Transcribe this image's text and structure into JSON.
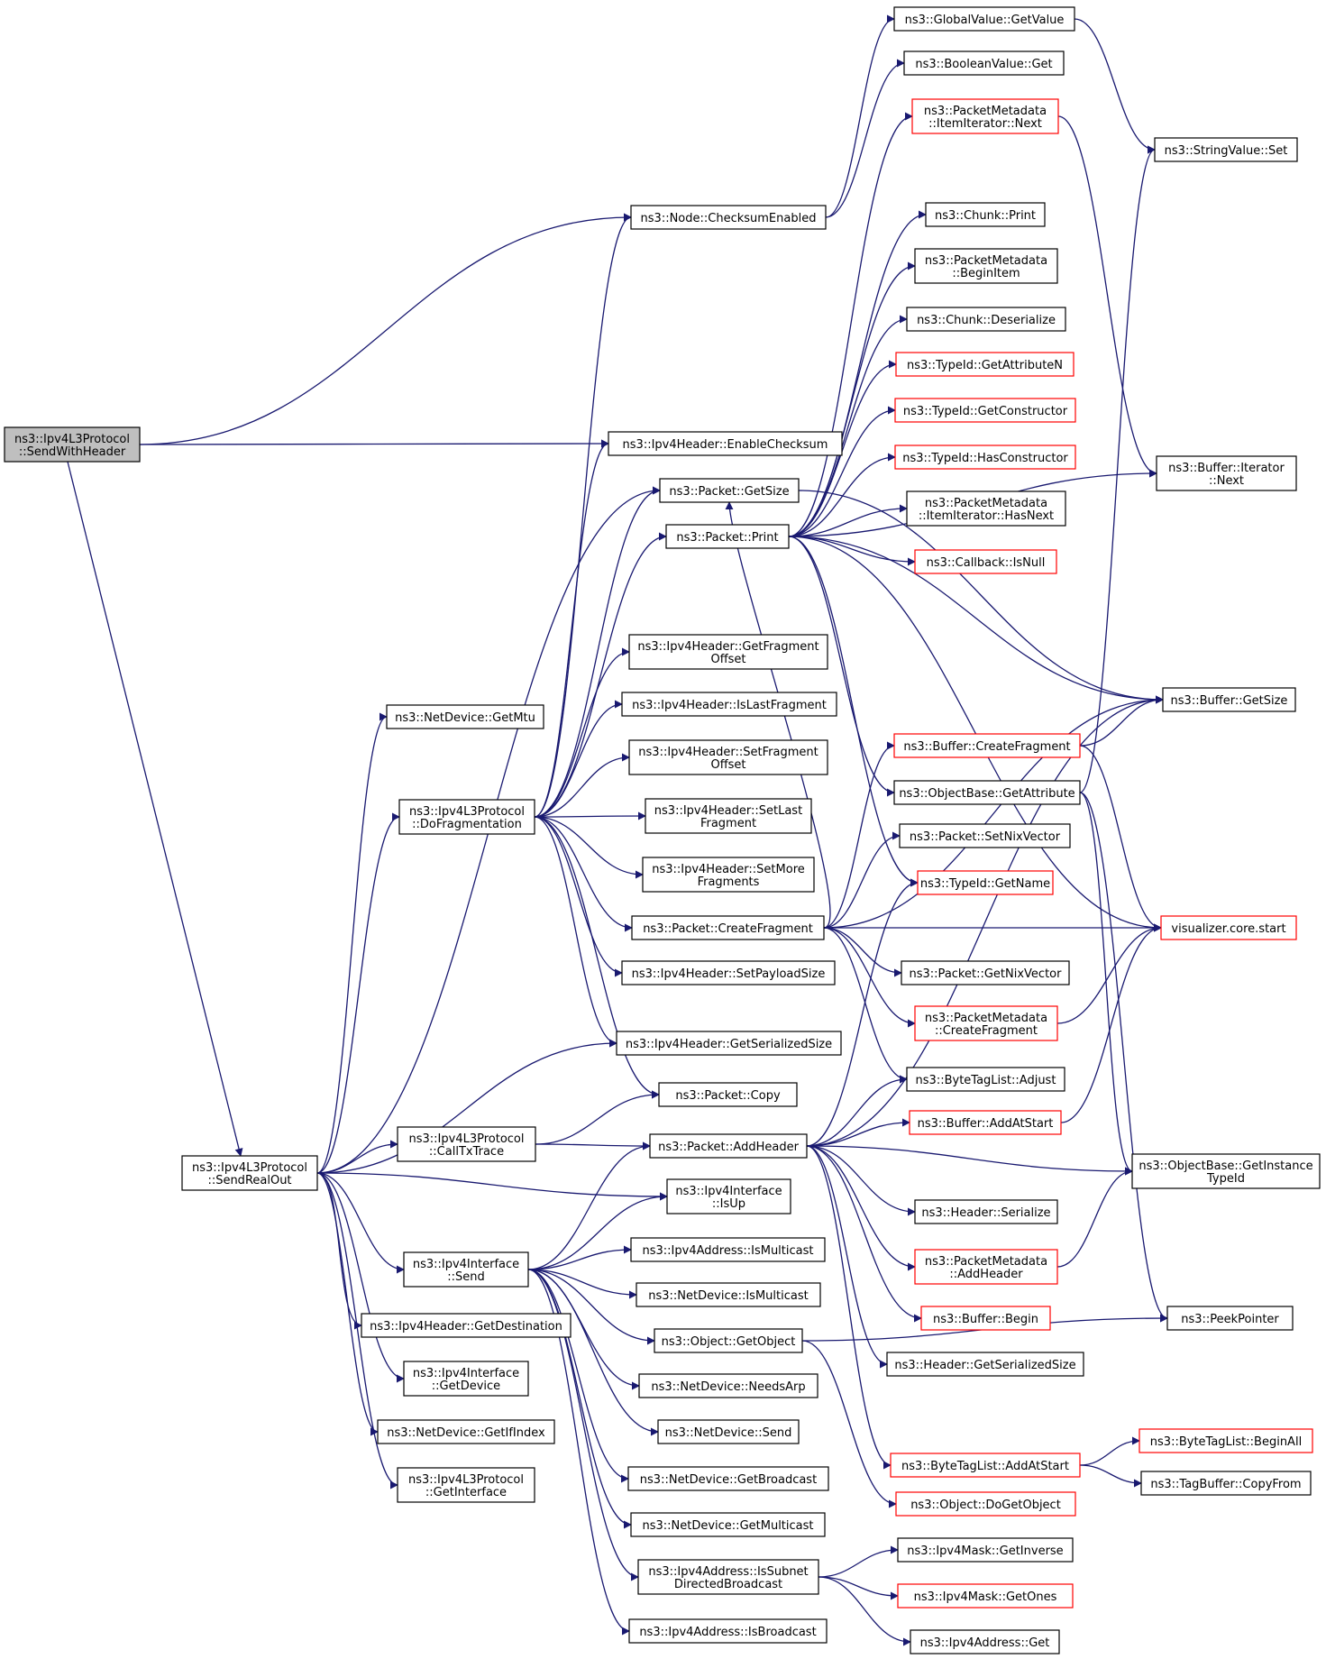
{
  "diagram": {
    "type": "call-graph",
    "nodes": [
      {
        "id": "root",
        "lines": [
          "ns3::Ipv4L3Protocol",
          "::SendWithHeader"
        ],
        "style": "root"
      },
      {
        "id": "sendRealOut",
        "lines": [
          "ns3::Ipv4L3Protocol",
          "::SendRealOut"
        ],
        "style": "normal"
      },
      {
        "id": "checksumEnabled",
        "lines": [
          "ns3::Node::ChecksumEnabled"
        ],
        "style": "normal"
      },
      {
        "id": "globalGetValue",
        "lines": [
          "ns3::GlobalValue::GetValue"
        ],
        "style": "normal"
      },
      {
        "id": "booleanGet",
        "lines": [
          "ns3::BooleanValue::Get"
        ],
        "style": "normal"
      },
      {
        "id": "stringSet",
        "lines": [
          "ns3::StringValue::Set"
        ],
        "style": "normal"
      },
      {
        "id": "pmIterNext",
        "lines": [
          "ns3::PacketMetadata",
          "::ItemIterator::Next"
        ],
        "style": "red"
      },
      {
        "id": "bufIterNext",
        "lines": [
          "ns3::Buffer::Iterator",
          "::Next"
        ],
        "style": "normal"
      },
      {
        "id": "chunkPrint",
        "lines": [
          "ns3::Chunk::Print"
        ],
        "style": "normal"
      },
      {
        "id": "pmBeginItem",
        "lines": [
          "ns3::PacketMetadata",
          "::BeginItem"
        ],
        "style": "normal"
      },
      {
        "id": "chunkDeser",
        "lines": [
          "ns3::Chunk::Deserialize"
        ],
        "style": "normal"
      },
      {
        "id": "tidGetAttrN",
        "lines": [
          "ns3::TypeId::GetAttributeN"
        ],
        "style": "red"
      },
      {
        "id": "tidGetCtor",
        "lines": [
          "ns3::TypeId::GetConstructor"
        ],
        "style": "red"
      },
      {
        "id": "tidHasCtor",
        "lines": [
          "ns3::TypeId::HasConstructor"
        ],
        "style": "red"
      },
      {
        "id": "pmIterHasNext",
        "lines": [
          "ns3::PacketMetadata",
          "::ItemIterator::HasNext"
        ],
        "style": "normal"
      },
      {
        "id": "cbIsNull",
        "lines": [
          "ns3::Callback::IsNull"
        ],
        "style": "red"
      },
      {
        "id": "enableChecksum",
        "lines": [
          "ns3::Ipv4Header::EnableChecksum"
        ],
        "style": "normal"
      },
      {
        "id": "pktGetSize",
        "lines": [
          "ns3::Packet::GetSize"
        ],
        "style": "normal"
      },
      {
        "id": "pktPrint",
        "lines": [
          "ns3::Packet::Print"
        ],
        "style": "normal"
      },
      {
        "id": "getFragOffset",
        "lines": [
          "ns3::Ipv4Header::GetFragment",
          "Offset"
        ],
        "style": "normal"
      },
      {
        "id": "isLastFrag",
        "lines": [
          "ns3::Ipv4Header::IsLastFragment"
        ],
        "style": "normal"
      },
      {
        "id": "setFragOffset",
        "lines": [
          "ns3::Ipv4Header::SetFragment",
          "Offset"
        ],
        "style": "normal"
      },
      {
        "id": "setLastFrag",
        "lines": [
          "ns3::Ipv4Header::SetLast",
          "Fragment"
        ],
        "style": "normal"
      },
      {
        "id": "setMoreFrags",
        "lines": [
          "ns3::Ipv4Header::SetMore",
          "Fragments"
        ],
        "style": "normal"
      },
      {
        "id": "getMtu",
        "lines": [
          "ns3::NetDevice::GetMtu"
        ],
        "style": "normal"
      },
      {
        "id": "doFrag",
        "lines": [
          "ns3::Ipv4L3Protocol",
          "::DoFragmentation"
        ],
        "style": "normal"
      },
      {
        "id": "bufGetSize",
        "lines": [
          "ns3::Buffer::GetSize"
        ],
        "style": "normal"
      },
      {
        "id": "bufCreateFrag",
        "lines": [
          "ns3::Buffer::CreateFragment"
        ],
        "style": "red"
      },
      {
        "id": "objGetAttr",
        "lines": [
          "ns3::ObjectBase::GetAttribute"
        ],
        "style": "normal"
      },
      {
        "id": "setNixVector",
        "lines": [
          "ns3::Packet::SetNixVector"
        ],
        "style": "normal"
      },
      {
        "id": "tidGetName",
        "lines": [
          "ns3::TypeId::GetName"
        ],
        "style": "red"
      },
      {
        "id": "pktCreateFrag",
        "lines": [
          "ns3::Packet::CreateFragment"
        ],
        "style": "normal"
      },
      {
        "id": "vizStart",
        "lines": [
          "visualizer.core.start"
        ],
        "style": "red"
      },
      {
        "id": "setPayloadSize",
        "lines": [
          "ns3::Ipv4Header::SetPayloadSize"
        ],
        "style": "normal"
      },
      {
        "id": "getNixVector",
        "lines": [
          "ns3::Packet::GetNixVector"
        ],
        "style": "normal"
      },
      {
        "id": "pmCreateFrag",
        "lines": [
          "ns3::PacketMetadata",
          "::CreateFragment"
        ],
        "style": "red"
      },
      {
        "id": "getSerSize",
        "lines": [
          "ns3::Ipv4Header::GetSerializedSize"
        ],
        "style": "normal"
      },
      {
        "id": "btlAdjust",
        "lines": [
          "ns3::ByteTagList::Adjust"
        ],
        "style": "normal"
      },
      {
        "id": "pktCopy",
        "lines": [
          "ns3::Packet::Copy"
        ],
        "style": "normal"
      },
      {
        "id": "callTxTrace",
        "lines": [
          "ns3::Ipv4L3Protocol",
          "::CallTxTrace"
        ],
        "style": "normal"
      },
      {
        "id": "pktAddHeader",
        "lines": [
          "ns3::Packet::AddHeader"
        ],
        "style": "normal"
      },
      {
        "id": "bufAddAtStart",
        "lines": [
          "ns3::Buffer::AddAtStart"
        ],
        "style": "red"
      },
      {
        "id": "objGetInstTid",
        "lines": [
          "ns3::ObjectBase::GetInstance",
          "TypeId"
        ],
        "style": "normal"
      },
      {
        "id": "ifIsUp",
        "lines": [
          "ns3::Ipv4Interface",
          "::IsUp"
        ],
        "style": "normal"
      },
      {
        "id": "hdrSerialize",
        "lines": [
          "ns3::Header::Serialize"
        ],
        "style": "normal"
      },
      {
        "id": "ifSend",
        "lines": [
          "ns3::Ipv4Interface",
          "::Send"
        ],
        "style": "normal"
      },
      {
        "id": "addrIsMulticast",
        "lines": [
          "ns3::Ipv4Address::IsMulticast"
        ],
        "style": "normal"
      },
      {
        "id": "pmAddHeader",
        "lines": [
          "ns3::PacketMetadata",
          "::AddHeader"
        ],
        "style": "red"
      },
      {
        "id": "devIsMulticast",
        "lines": [
          "ns3::NetDevice::IsMulticast"
        ],
        "style": "normal"
      },
      {
        "id": "bufBegin",
        "lines": [
          "ns3::Buffer::Begin"
        ],
        "style": "red"
      },
      {
        "id": "peekPointer",
        "lines": [
          "ns3::PeekPointer"
        ],
        "style": "normal"
      },
      {
        "id": "getDest",
        "lines": [
          "ns3::Ipv4Header::GetDestination"
        ],
        "style": "normal"
      },
      {
        "id": "objGetObject",
        "lines": [
          "ns3::Object::GetObject"
        ],
        "style": "normal"
      },
      {
        "id": "hdrGetSerSize",
        "lines": [
          "ns3::Header::GetSerializedSize"
        ],
        "style": "normal"
      },
      {
        "id": "ifGetDevice",
        "lines": [
          "ns3::Ipv4Interface",
          "::GetDevice"
        ],
        "style": "normal"
      },
      {
        "id": "needsArp",
        "lines": [
          "ns3::NetDevice::NeedsArp"
        ],
        "style": "normal"
      },
      {
        "id": "getIfIndex",
        "lines": [
          "ns3::NetDevice::GetIfIndex"
        ],
        "style": "normal"
      },
      {
        "id": "devSend",
        "lines": [
          "ns3::NetDevice::Send"
        ],
        "style": "normal"
      },
      {
        "id": "btlBeginAll",
        "lines": [
          "ns3::ByteTagList::BeginAll"
        ],
        "style": "red"
      },
      {
        "id": "btlAddAtStart",
        "lines": [
          "ns3::ByteTagList::AddAtStart"
        ],
        "style": "red"
      },
      {
        "id": "tbCopyFrom",
        "lines": [
          "ns3::TagBuffer::CopyFrom"
        ],
        "style": "normal"
      },
      {
        "id": "getInterface",
        "lines": [
          "ns3::Ipv4L3Protocol",
          "::GetInterface"
        ],
        "style": "normal"
      },
      {
        "id": "getBroadcast",
        "lines": [
          "ns3::NetDevice::GetBroadcast"
        ],
        "style": "normal"
      },
      {
        "id": "doGetObject",
        "lines": [
          "ns3::Object::DoGetObject"
        ],
        "style": "red"
      },
      {
        "id": "getMulticast",
        "lines": [
          "ns3::NetDevice::GetMulticast"
        ],
        "style": "normal"
      },
      {
        "id": "maskGetInverse",
        "lines": [
          "ns3::Ipv4Mask::GetInverse"
        ],
        "style": "normal"
      },
      {
        "id": "isSubnetDirBcast",
        "lines": [
          "ns3::Ipv4Address::IsSubnet",
          "DirectedBroadcast"
        ],
        "style": "normal"
      },
      {
        "id": "maskGetOnes",
        "lines": [
          "ns3::Ipv4Mask::GetOnes"
        ],
        "style": "red"
      },
      {
        "id": "addrIsBroadcast",
        "lines": [
          "ns3::Ipv4Address::IsBroadcast"
        ],
        "style": "normal"
      },
      {
        "id": "addrGet",
        "lines": [
          "ns3::Ipv4Address::Get"
        ],
        "style": "normal"
      }
    ],
    "edges": [
      [
        "root",
        "checksumEnabled"
      ],
      [
        "root",
        "enableChecksum"
      ],
      [
        "root",
        "sendRealOut"
      ],
      [
        "checksumEnabled",
        "globalGetValue"
      ],
      [
        "checksumEnabled",
        "booleanGet"
      ],
      [
        "globalGetValue",
        "stringSet"
      ],
      [
        "pmIterNext",
        "bufIterNext"
      ],
      [
        "pktGetSize",
        "bufGetSize"
      ],
      [
        "pktPrint",
        "pmIterNext"
      ],
      [
        "pktPrint",
        "chunkPrint"
      ],
      [
        "pktPrint",
        "pmBeginItem"
      ],
      [
        "pktPrint",
        "chunkDeser"
      ],
      [
        "pktPrint",
        "tidGetAttrN"
      ],
      [
        "pktPrint",
        "tidGetCtor"
      ],
      [
        "pktPrint",
        "tidHasCtor"
      ],
      [
        "pktPrint",
        "pmIterHasNext"
      ],
      [
        "pktPrint",
        "cbIsNull"
      ],
      [
        "pktPrint",
        "bufIterNext"
      ],
      [
        "pktPrint",
        "objGetAttr"
      ],
      [
        "pktPrint",
        "tidGetName"
      ],
      [
        "pktPrint",
        "vizStart"
      ],
      [
        "pktPrint",
        "bufGetSize"
      ],
      [
        "doFrag",
        "checksumEnabled"
      ],
      [
        "doFrag",
        "enableChecksum"
      ],
      [
        "doFrag",
        "pktGetSize"
      ],
      [
        "doFrag",
        "pktPrint"
      ],
      [
        "doFrag",
        "getFragOffset"
      ],
      [
        "doFrag",
        "isLastFrag"
      ],
      [
        "doFrag",
        "setFragOffset"
      ],
      [
        "doFrag",
        "setLastFrag"
      ],
      [
        "doFrag",
        "setMoreFrags"
      ],
      [
        "doFrag",
        "pktCreateFrag"
      ],
      [
        "doFrag",
        "setPayloadSize"
      ],
      [
        "doFrag",
        "getSerSize"
      ],
      [
        "doFrag",
        "pktCopy"
      ],
      [
        "bufCreateFrag",
        "bufGetSize"
      ],
      [
        "bufCreateFrag",
        "vizStart"
      ],
      [
        "objGetAttr",
        "stringSet"
      ],
      [
        "objGetAttr",
        "objGetInstTid"
      ],
      [
        "objGetAttr",
        "peekPointer"
      ],
      [
        "pktCreateFrag",
        "bufCreateFrag"
      ],
      [
        "pktCreateFrag",
        "setNixVector"
      ],
      [
        "pktCreateFrag",
        "getNixVector"
      ],
      [
        "pktCreateFrag",
        "pmCreateFrag"
      ],
      [
        "pktCreateFrag",
        "btlAdjust"
      ],
      [
        "pktCreateFrag",
        "vizStart"
      ],
      [
        "pktCreateFrag",
        "bufGetSize"
      ],
      [
        "pktCreateFrag",
        "pktGetSize"
      ],
      [
        "pmCreateFrag",
        "vizStart"
      ],
      [
        "bufAddAtStart",
        "vizStart"
      ],
      [
        "sendRealOut",
        "getMtu"
      ],
      [
        "sendRealOut",
        "doFrag"
      ],
      [
        "sendRealOut",
        "callTxTrace"
      ],
      [
        "sendRealOut",
        "getSerSize"
      ],
      [
        "sendRealOut",
        "ifIsUp"
      ],
      [
        "sendRealOut",
        "ifSend"
      ],
      [
        "sendRealOut",
        "getDest"
      ],
      [
        "sendRealOut",
        "ifGetDevice"
      ],
      [
        "sendRealOut",
        "getIfIndex"
      ],
      [
        "sendRealOut",
        "getInterface"
      ],
      [
        "sendRealOut",
        "pktGetSize"
      ],
      [
        "callTxTrace",
        "pktCopy"
      ],
      [
        "callTxTrace",
        "pktAddHeader"
      ],
      [
        "pktAddHeader",
        "btlAdjust"
      ],
      [
        "pktAddHeader",
        "bufAddAtStart"
      ],
      [
        "pktAddHeader",
        "objGetInstTid"
      ],
      [
        "pktAddHeader",
        "hdrSerialize"
      ],
      [
        "pktAddHeader",
        "pmAddHeader"
      ],
      [
        "pktAddHeader",
        "bufBegin"
      ],
      [
        "pktAddHeader",
        "hdrGetSerSize"
      ],
      [
        "pktAddHeader",
        "btlAddAtStart"
      ],
      [
        "pktAddHeader",
        "tidGetName"
      ],
      [
        "pktAddHeader",
        "bufGetSize"
      ],
      [
        "pmAddHeader",
        "objGetInstTid"
      ],
      [
        "ifSend",
        "pktAddHeader"
      ],
      [
        "ifSend",
        "ifIsUp"
      ],
      [
        "ifSend",
        "addrIsMulticast"
      ],
      [
        "ifSend",
        "devIsMulticast"
      ],
      [
        "ifSend",
        "objGetObject"
      ],
      [
        "ifSend",
        "needsArp"
      ],
      [
        "ifSend",
        "devSend"
      ],
      [
        "ifSend",
        "getBroadcast"
      ],
      [
        "ifSend",
        "getMulticast"
      ],
      [
        "ifSend",
        "isSubnetDirBcast"
      ],
      [
        "ifSend",
        "addrIsBroadcast"
      ],
      [
        "objGetObject",
        "doGetObject"
      ],
      [
        "objGetObject",
        "peekPointer"
      ],
      [
        "btlAddAtStart",
        "btlBeginAll"
      ],
      [
        "btlAddAtStart",
        "tbCopyFrom"
      ],
      [
        "isSubnetDirBcast",
        "maskGetInverse"
      ],
      [
        "isSubnetDirBcast",
        "maskGetOnes"
      ],
      [
        "isSubnetDirBcast",
        "addrGet"
      ]
    ]
  }
}
